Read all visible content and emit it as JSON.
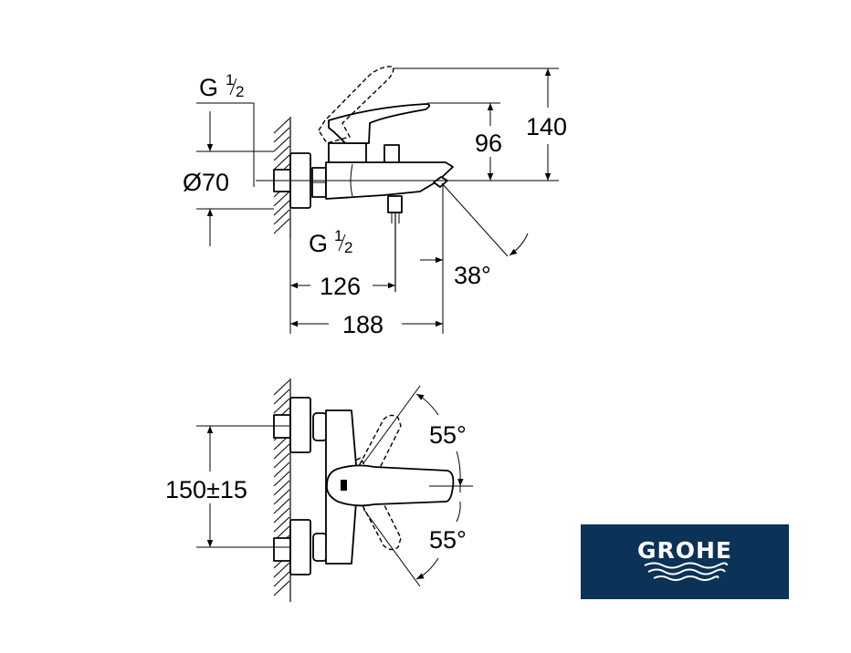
{
  "side_view": {
    "thread_top": {
      "main": "G",
      "num": "1",
      "den": "2"
    },
    "diameter": "Ø70",
    "thread_bottom": {
      "main": "G",
      "num": "1",
      "den": "2"
    },
    "dim_126": "126",
    "dim_188": "188",
    "dim_96": "96",
    "dim_140": "140",
    "angle": "38°"
  },
  "front_view": {
    "spacing": "150±15",
    "angle_up": "55°",
    "angle_down": "55°"
  },
  "logo": {
    "text": "GROHE",
    "color": "#0b3257"
  }
}
